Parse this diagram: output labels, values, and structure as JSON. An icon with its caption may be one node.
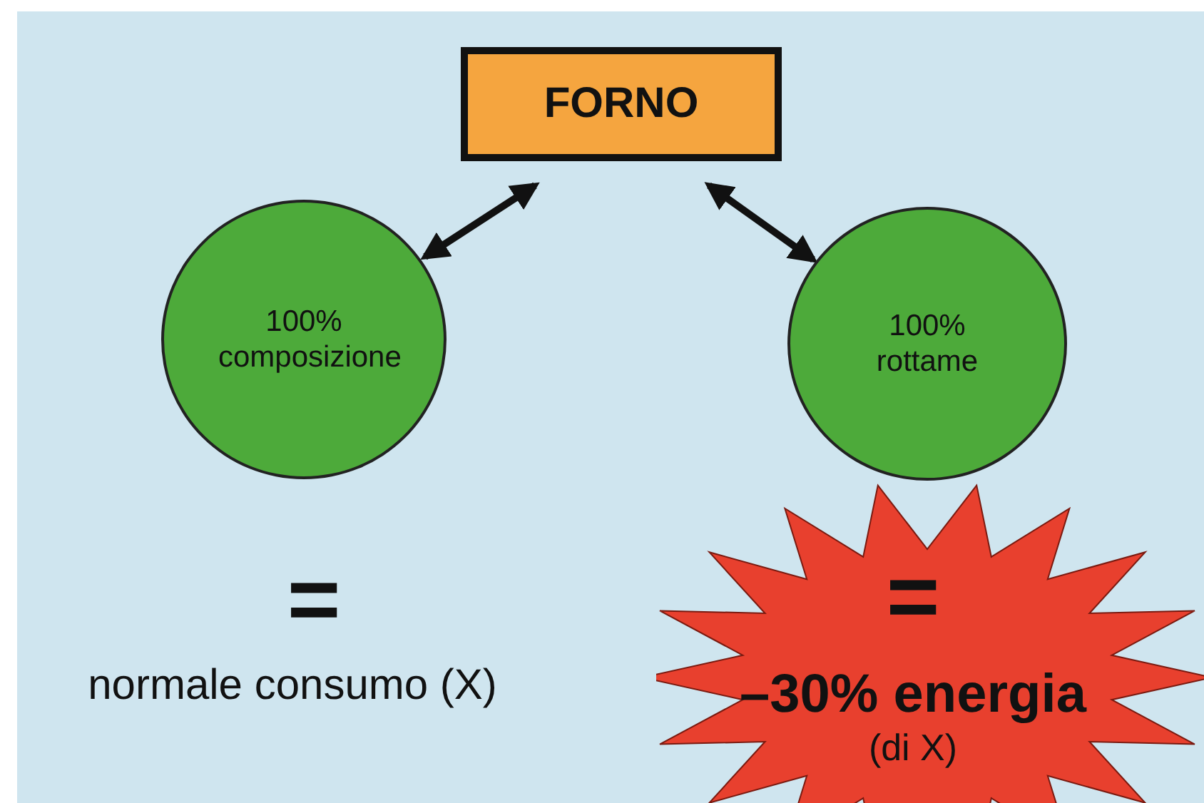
{
  "diagram": {
    "nodes": [
      {
        "text": [
          "FORNO"
        ]
      },
      {
        "text": [
          "100% composizione"
        ]
      },
      {
        "text": [
          "100% rottame"
        ]
      },
      {
        "text": [
          "=",
          "–30% energia",
          "(di X)"
        ]
      }
    ],
    "edges": [
      {
        "from": 0,
        "to": 1,
        "arrow": "both"
      },
      {
        "from": 0,
        "to": 2,
        "arrow": "both"
      }
    ],
    "labels": [
      "=",
      "normale consumo (X)"
    ]
  }
}
